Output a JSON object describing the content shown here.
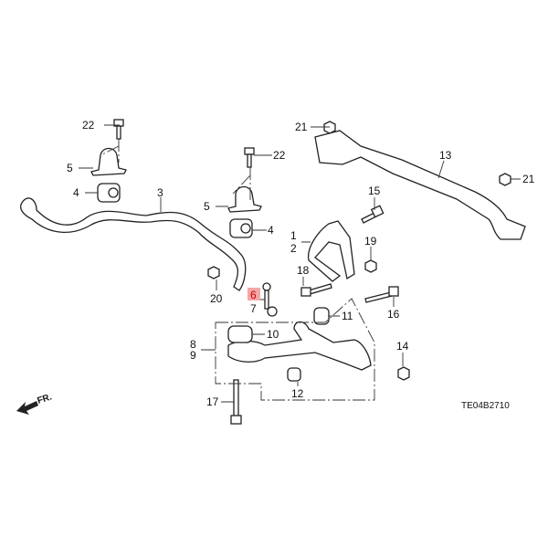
{
  "diagram_code": "TE04B2710",
  "direction_label": "FR.",
  "highlight_color": "#f4a7a7",
  "callouts": {
    "c1": "1",
    "c2": "2",
    "c3": "3",
    "c4a": "4",
    "c4b": "4",
    "c5a": "5",
    "c5b": "5",
    "c6": "6",
    "c7": "7",
    "c8": "8",
    "c9": "9",
    "c10": "10",
    "c11": "11",
    "c12": "12",
    "c13": "13",
    "c14": "14",
    "c15": "15",
    "c16": "16",
    "c17": "17",
    "c18": "18",
    "c19": "19",
    "c20": "20",
    "c21a": "21",
    "c21b": "21",
    "c22a": "22",
    "c22b": "22"
  }
}
